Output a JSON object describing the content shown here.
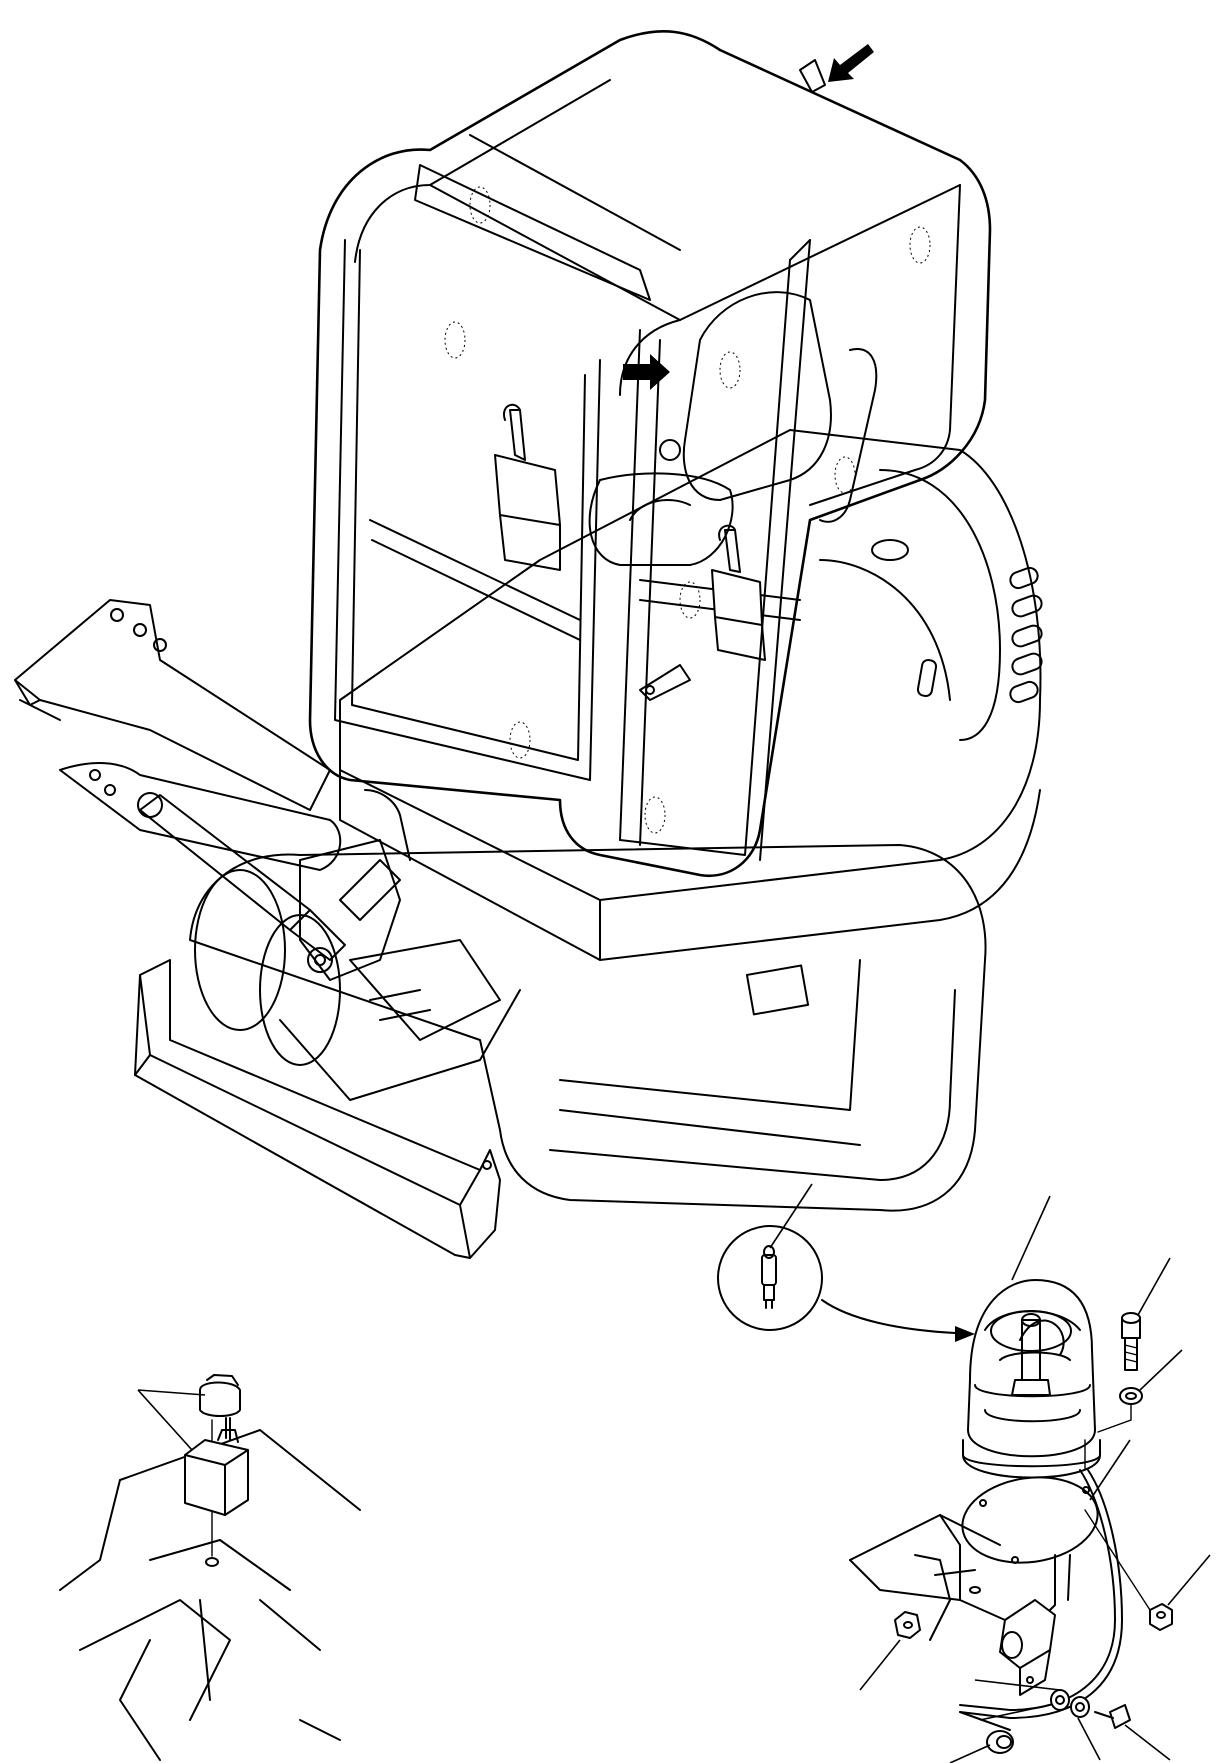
{
  "figure": {
    "background": "#ffffff",
    "line_color": "#000000",
    "views": [
      "excavator-overview",
      "beacon-switch-detail",
      "rotating-beacon-exploded",
      "bulb-detail"
    ],
    "callouts_labeled": false
  }
}
